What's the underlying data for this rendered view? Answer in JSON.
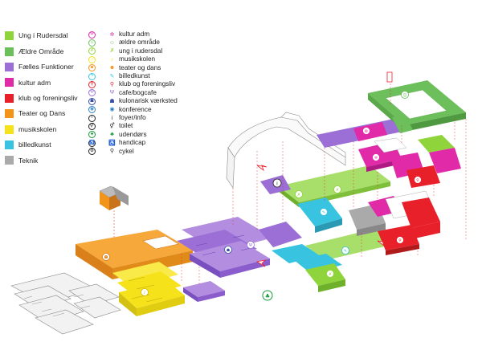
{
  "legend": {
    "categories": [
      {
        "label": "Ung i Rudersdal",
        "color": "#8fd43a"
      },
      {
        "label": "Ældre Område",
        "color": "#6dbf5c"
      },
      {
        "label": "Fælles Funktioner",
        "color": "#9b6fd6"
      },
      {
        "label": "kultur adm",
        "color": "#e02aa7"
      },
      {
        "label": "klub og foreningsliv",
        "color": "#e8202a"
      },
      {
        "label": "Teater og Dans",
        "color": "#f2941a"
      },
      {
        "label": "musikskolen",
        "color": "#f5e21a"
      },
      {
        "label": "billedkunst",
        "color": "#38c4e0"
      },
      {
        "label": "Teknik",
        "color": "#aaaaaa"
      }
    ]
  },
  "icon_legend": [
    {
      "label": "kultur adm",
      "color": "#e02aa7",
      "glyph_circle": "⚙",
      "glyph_plain": "✲"
    },
    {
      "label": "ældre område",
      "color": "#6dbf5c",
      "glyph_circle": "☺",
      "glyph_plain": "☺"
    },
    {
      "label": "ung i rudersdal",
      "color": "#8fd43a",
      "glyph_circle": "✗",
      "glyph_plain": "✗"
    },
    {
      "label": "musikskolen",
      "color": "#f5e21a",
      "glyph_circle": "♪",
      "glyph_plain": "♪"
    },
    {
      "label": "teater og dans",
      "color": "#f2941a",
      "glyph_circle": "☻",
      "glyph_plain": "☻"
    },
    {
      "label": "billedkunst",
      "color": "#38c4e0",
      "glyph_circle": "✎",
      "glyph_plain": "✎"
    },
    {
      "label": "klub og foreningsliv",
      "color": "#e8202a",
      "glyph_circle": "⚲",
      "glyph_plain": "⚲"
    },
    {
      "label": "cafe/bogcafe",
      "color": "#9b6fd6",
      "glyph_circle": "Ψ",
      "glyph_plain": "Ψ"
    },
    {
      "label": "kulonarisk værksted",
      "color": "#3a4fa8",
      "glyph_circle": "☗",
      "glyph_plain": "☗"
    },
    {
      "label": "konference",
      "color": "#2a7fc4",
      "glyph_circle": "◉",
      "glyph_plain": "◉"
    },
    {
      "label": "foyer/info",
      "color": "#222222",
      "glyph_circle": "i",
      "glyph_plain": "i"
    },
    {
      "label": "toilet",
      "color": "#222222",
      "glyph_circle": "⚥",
      "glyph_plain": "⚥"
    },
    {
      "label": "udendørs",
      "color": "#1a9a3a",
      "glyph_circle": "♣",
      "glyph_plain": "♣"
    },
    {
      "label": "handicap",
      "color": "#222222",
      "glyph_circle": "♿",
      "glyph_plain": "♿"
    },
    {
      "label": "cykel",
      "color": "#222222",
      "glyph_circle": "⚙",
      "glyph_plain": "⚲"
    }
  ]
}
